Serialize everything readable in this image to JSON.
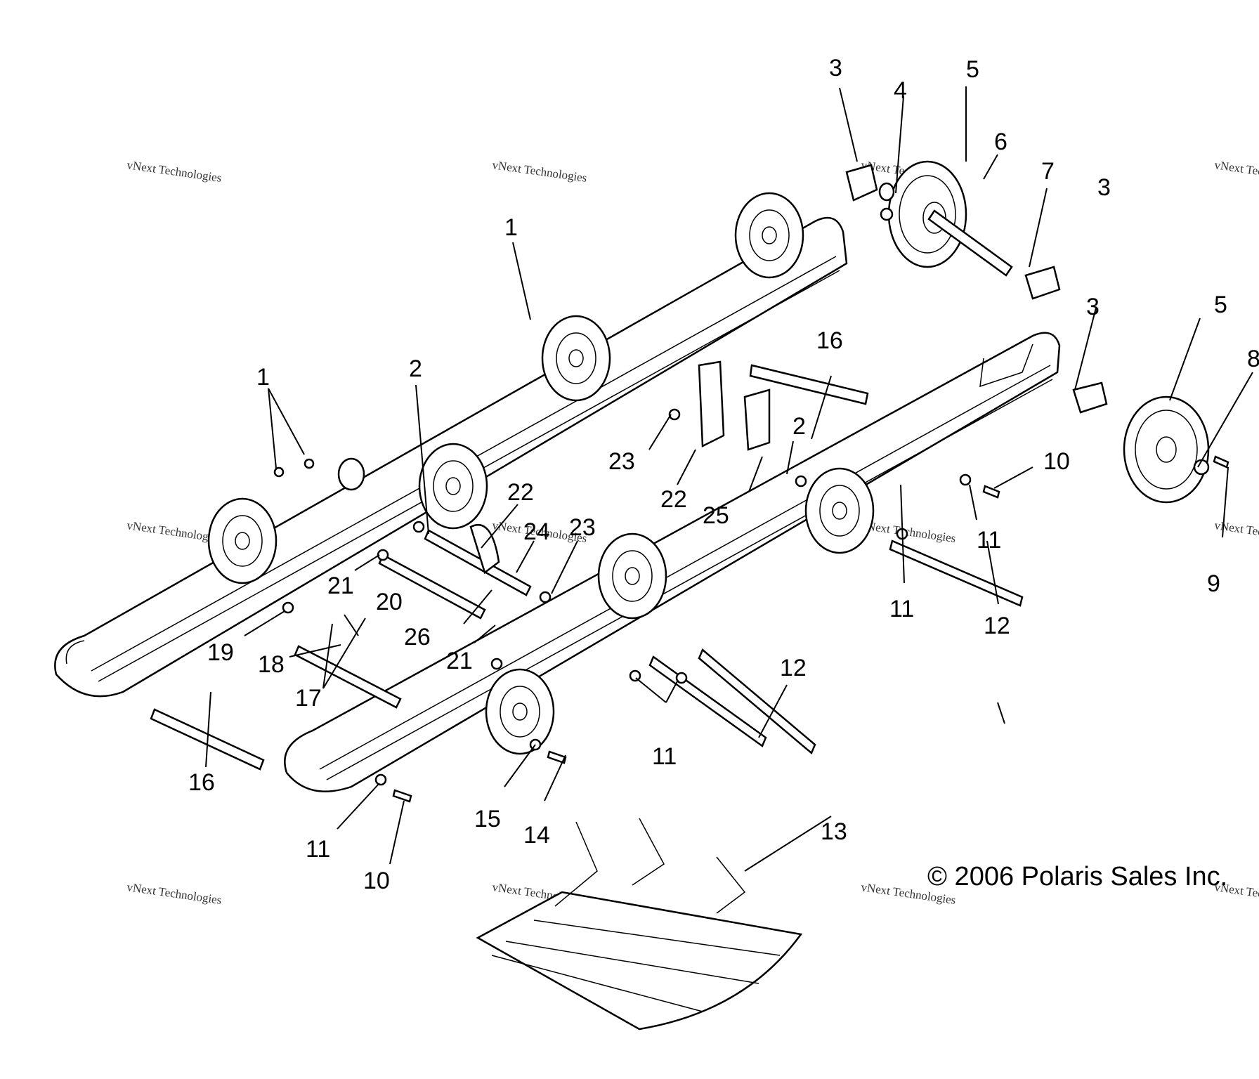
{
  "diagram": {
    "title": "Rear suspension rails, idler wheels and track exploded view",
    "copyright": "© 2006 Polaris Sales Inc.",
    "watermark": {
      "line1": "vNext Technologies",
      "line2": "vNext Technologies"
    },
    "callouts": [
      {
        "id": "c1a",
        "text": "1"
      },
      {
        "id": "c1b",
        "text": "1"
      },
      {
        "id": "c2a",
        "text": "2"
      },
      {
        "id": "c2b",
        "text": "2"
      },
      {
        "id": "c3a",
        "text": "3"
      },
      {
        "id": "c3b",
        "text": "3"
      },
      {
        "id": "c3c",
        "text": "3"
      },
      {
        "id": "c4",
        "text": "4"
      },
      {
        "id": "c5a",
        "text": "5"
      },
      {
        "id": "c5b",
        "text": "5"
      },
      {
        "id": "c6",
        "text": "6"
      },
      {
        "id": "c7",
        "text": "7"
      },
      {
        "id": "c8",
        "text": "8"
      },
      {
        "id": "c9",
        "text": "9"
      },
      {
        "id": "c10a",
        "text": "10"
      },
      {
        "id": "c10b",
        "text": "10"
      },
      {
        "id": "c11a",
        "text": "11"
      },
      {
        "id": "c11b",
        "text": "11"
      },
      {
        "id": "c11c",
        "text": "11"
      },
      {
        "id": "c11d",
        "text": "11"
      },
      {
        "id": "c12a",
        "text": "12"
      },
      {
        "id": "c12b",
        "text": "12"
      },
      {
        "id": "c13",
        "text": "13"
      },
      {
        "id": "c14",
        "text": "14"
      },
      {
        "id": "c15",
        "text": "15"
      },
      {
        "id": "c16a",
        "text": "16"
      },
      {
        "id": "c16b",
        "text": "16"
      },
      {
        "id": "c17",
        "text": "17"
      },
      {
        "id": "c18",
        "text": "18"
      },
      {
        "id": "c19",
        "text": "19"
      },
      {
        "id": "c20",
        "text": "20"
      },
      {
        "id": "c21a",
        "text": "21"
      },
      {
        "id": "c21b",
        "text": "21"
      },
      {
        "id": "c22a",
        "text": "22"
      },
      {
        "id": "c22b",
        "text": "22"
      },
      {
        "id": "c23a",
        "text": "23"
      },
      {
        "id": "c23b",
        "text": "23"
      },
      {
        "id": "c24",
        "text": "24"
      },
      {
        "id": "c25",
        "text": "25"
      },
      {
        "id": "c26",
        "text": "26"
      }
    ]
  }
}
